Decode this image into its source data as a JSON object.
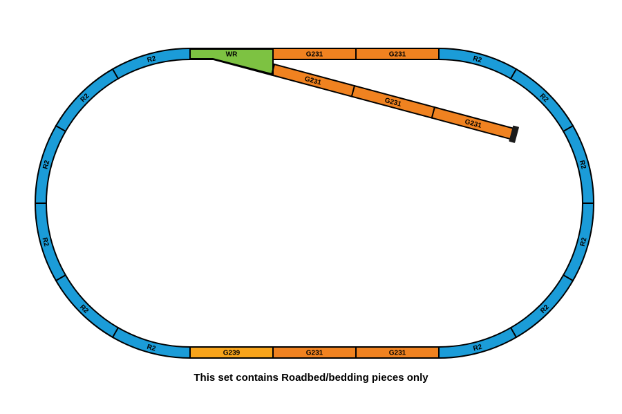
{
  "note": "This set contains Roadbed/bedding pieces only",
  "colors": {
    "curve_blue": "#1b9cd8",
    "straight_orange": "#f08220",
    "g239_yellow": "#f8a41b",
    "switch_green": "#7dc242",
    "outline_black": "#000000",
    "buffer_dark": "#1a1a1a",
    "label_black": "#000000",
    "background": "#ffffff"
  },
  "track": {
    "top_straight": [
      {
        "label": "WR",
        "kind": "switch"
      },
      {
        "label": "G231",
        "kind": "straight"
      },
      {
        "label": "G231",
        "kind": "straight"
      }
    ],
    "siding": [
      {
        "label": "G231"
      },
      {
        "label": "G231"
      },
      {
        "label": "G231"
      }
    ],
    "bottom_straight": [
      {
        "label": "G239",
        "kind": "g239"
      },
      {
        "label": "G231",
        "kind": "straight"
      },
      {
        "label": "G231",
        "kind": "straight"
      }
    ],
    "curve_labels_left": [
      "R2",
      "R2",
      "R2",
      "R2",
      "R2",
      "R2"
    ],
    "curve_labels_right": [
      "R2",
      "R2",
      "R2",
      "R2",
      "R2",
      "R2"
    ]
  }
}
